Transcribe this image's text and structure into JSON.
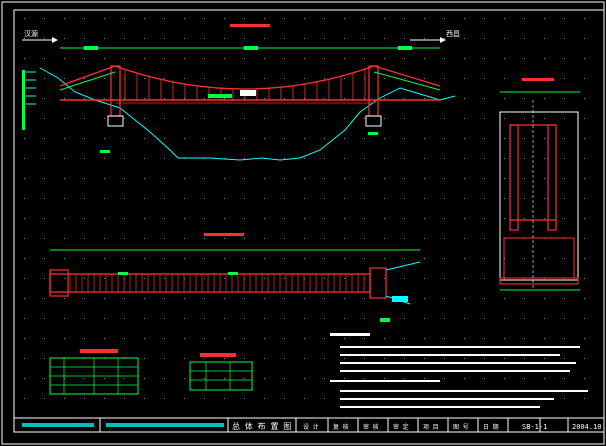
{
  "colors": {
    "background": "#000000",
    "bridge": "#ff3030",
    "frame": "#ffffff",
    "ground": "#00ffff",
    "highlight": "#00ff40",
    "dimension": "#00ff40",
    "grid_dots": "#888888"
  },
  "elevation_view": {
    "title": "",
    "left_direction": "汉源",
    "right_direction": "西昌"
  },
  "plan_view": {
    "title": ""
  },
  "section_view": {
    "title": ""
  },
  "table_left": {
    "title": ""
  },
  "table_right": {
    "title": ""
  },
  "title_block": {
    "org": "",
    "project": "",
    "drawing_title": "总 体 布 置 图",
    "labels": [
      "设 计",
      "复 核",
      "审 核",
      "审 定",
      "项 目",
      "图 号",
      "日 期"
    ],
    "drawing_number": "SB-1-1",
    "date": "2004.10"
  },
  "notes": {
    "lines": []
  }
}
